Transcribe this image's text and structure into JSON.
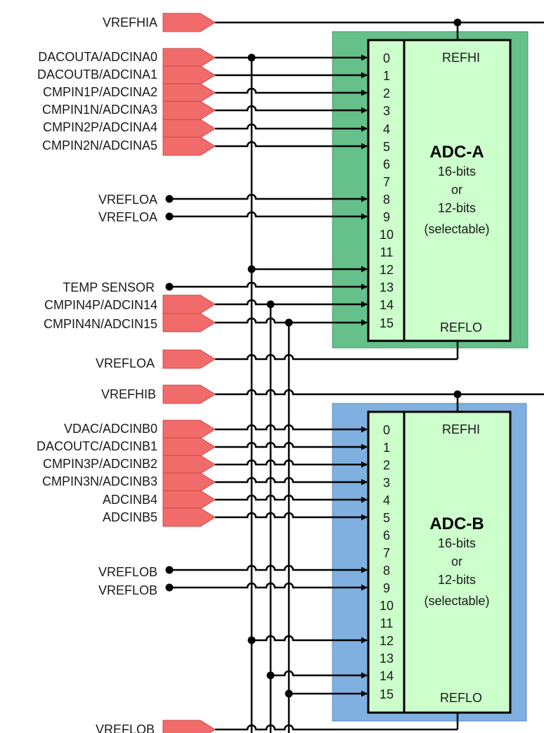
{
  "colors": {
    "pin_fill": "#f26b6b",
    "adc_a_panel": "#66c08a",
    "adc_b_panel": "#7fb0df",
    "core_fill": "#ccffcc",
    "wire": "#000000"
  },
  "adc_a": {
    "title": "ADC-A",
    "desc": [
      "16-bits",
      "or",
      "12-bits",
      "(selectable)"
    ],
    "refhi": "REFHI",
    "reflo": "REFLO"
  },
  "adc_b": {
    "title": "ADC-B",
    "desc": [
      "16-bits",
      "or",
      "12-bits",
      "(selectable)"
    ],
    "refhi": "REFHI",
    "reflo": "REFLO"
  },
  "channels": [
    "0",
    "1",
    "2",
    "3",
    "4",
    "5",
    "6",
    "7",
    "8",
    "9",
    "10",
    "11",
    "12",
    "13",
    "14",
    "15"
  ],
  "signals_a": {
    "vrefhi": "VREFHIA",
    "pins": [
      "DACOUTA/ADCINA0",
      "DACOUTB/ADCINA1",
      "CMPIN1P/ADCINA2",
      "CMPIN1N/ADCINA3",
      "CMPIN2P/ADCINA4",
      "CMPIN2N/ADCINA5"
    ],
    "vreflo_dots": [
      "VREFLOA",
      "VREFLOA"
    ],
    "temp": "TEMP SENSOR",
    "pins2": [
      "CMPIN4P/ADCIN14",
      "CMPIN4N/ADCIN15"
    ],
    "vreflo": "VREFLOA"
  },
  "signals_b": {
    "vrefhi": "VREFHIB",
    "pins": [
      "VDAC/ADCINB0",
      "DACOUTC/ADCINB1",
      "CMPIN3P/ADCINB2",
      "CMPIN3N/ADCINB3",
      "ADCINB4",
      "ADCINB5"
    ],
    "vreflo_dots": [
      "VREFLOB",
      "VREFLOB"
    ],
    "vreflo": "VREFLOB"
  }
}
